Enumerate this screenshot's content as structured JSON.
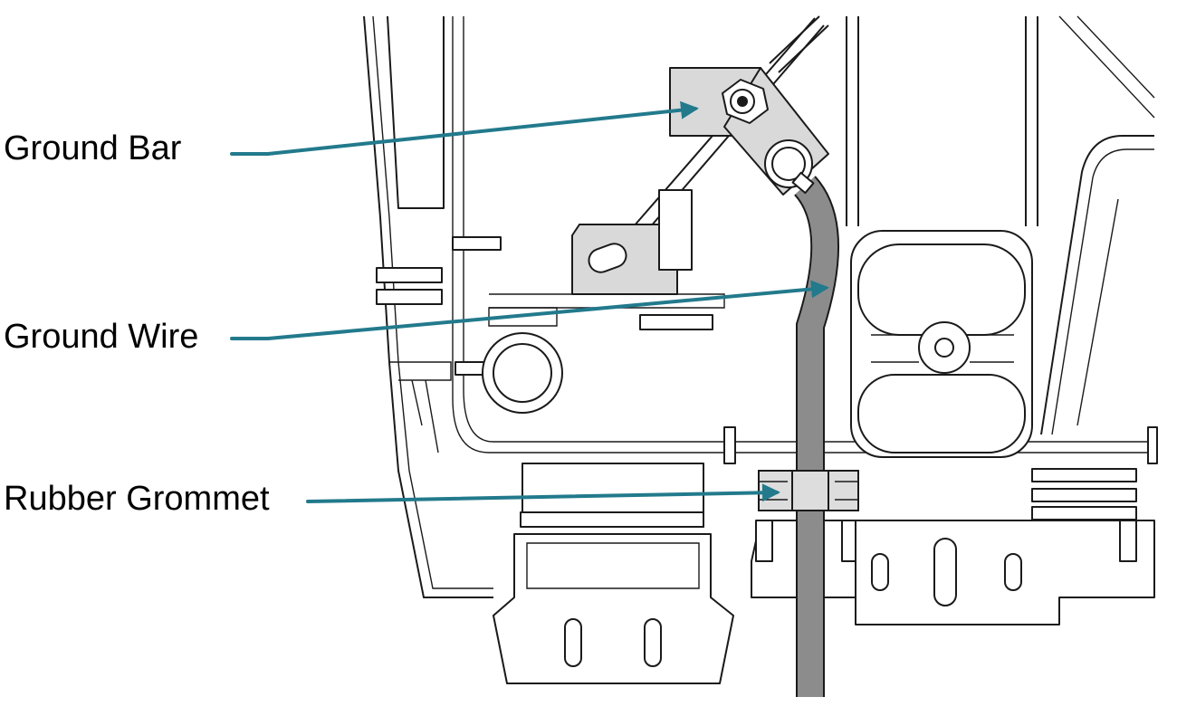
{
  "callouts": {
    "ground_bar": "Ground Bar",
    "ground_wire": "Ground Wire",
    "rubber_grommet": "Rubber Grommet"
  },
  "colors": {
    "leader_line": "#227a8c",
    "ground_wire": "#8c8c8c",
    "ground_bar": "#d9d9d9",
    "grommet": "#dddddd",
    "linework": "#1a1a1a",
    "background": "#ffffff"
  }
}
